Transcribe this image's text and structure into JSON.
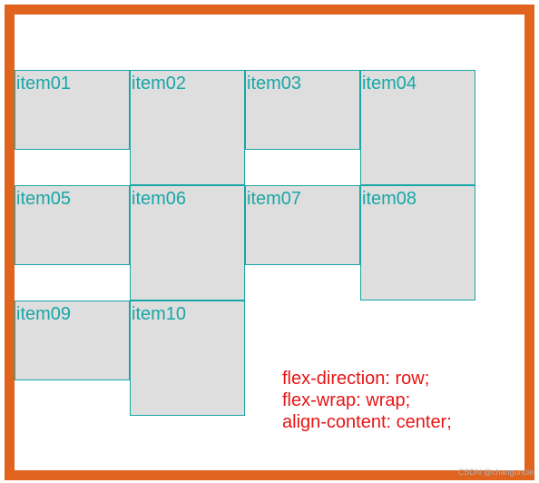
{
  "items": [
    {
      "label": "item01"
    },
    {
      "label": "item02"
    },
    {
      "label": "item03"
    },
    {
      "label": "item04"
    },
    {
      "label": "item05"
    },
    {
      "label": "item06"
    },
    {
      "label": "item07"
    },
    {
      "label": "item08"
    },
    {
      "label": "item09"
    },
    {
      "label": "item10"
    }
  ],
  "caption": {
    "line1": "flex-direction: row;",
    "line2": "flex-wrap: wrap;",
    "line3": "align-content: center;"
  },
  "watermark": "CSDN @changuncle",
  "colors": {
    "frame_border": "#e0641e",
    "item_background": "#dedede",
    "item_border": "#1aa6a6",
    "item_text": "#1aa6a6",
    "caption_text": "#e81414"
  }
}
